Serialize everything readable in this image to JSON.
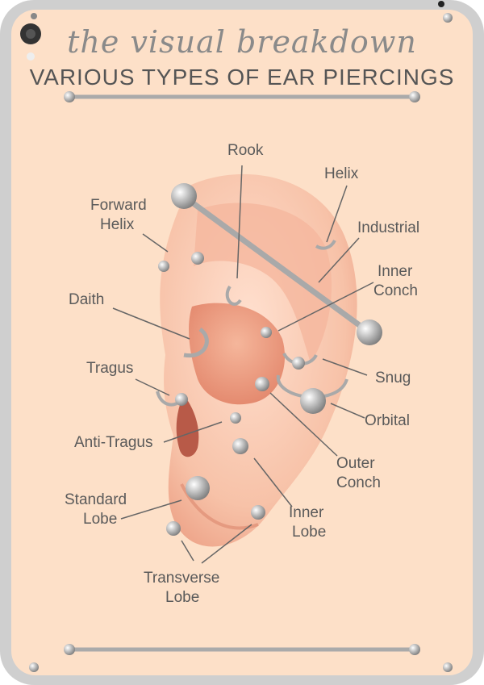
{
  "title": {
    "script": "the visual breakdown",
    "main": "VARIOUS TYPES OF EAR PIERCINGS"
  },
  "labels": {
    "rook": "Rook",
    "helix": "Helix",
    "forward_helix_1": "Forward",
    "forward_helix_2": "Helix",
    "industrial": "Industrial",
    "inner_conch_1": "Inner",
    "inner_conch_2": "Conch",
    "daith": "Daith",
    "tragus": "Tragus",
    "snug": "Snug",
    "orbital": "Orbital",
    "anti_tragus": "Anti-Tragus",
    "outer_conch_1": "Outer",
    "outer_conch_2": "Conch",
    "standard_lobe_1": "Standard",
    "standard_lobe_2": "Lobe",
    "inner_lobe_1": "Inner",
    "inner_lobe_2": "Lobe",
    "transverse_lobe_1": "Transverse",
    "transverse_lobe_2": "Lobe"
  },
  "colors": {
    "background": "#fde0c8",
    "frame": "#d0d0d0",
    "ear_skin": "#f6bfa6",
    "text": "#5a5a5a"
  }
}
